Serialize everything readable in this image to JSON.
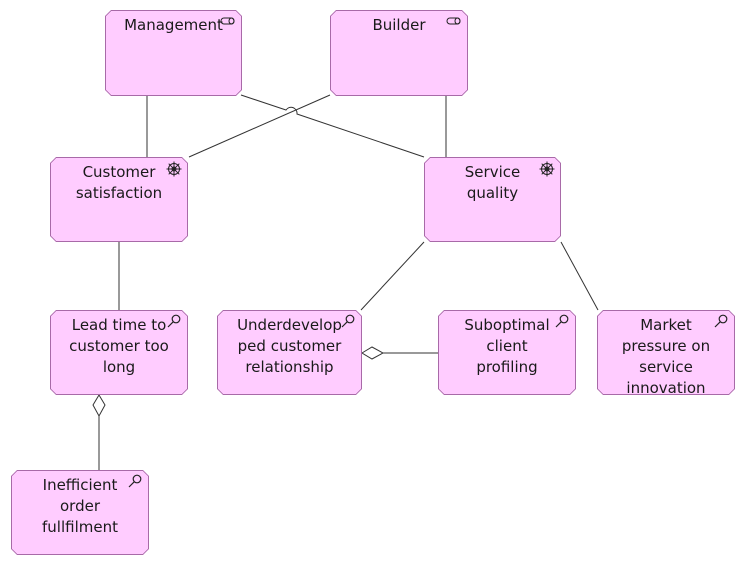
{
  "nodes": {
    "management": {
      "label": "Management",
      "icon": "role-icon"
    },
    "builder": {
      "label": "Builder",
      "icon": "role-icon"
    },
    "customer_satisfaction": {
      "label": "Customer\nsatisfaction",
      "icon": "driver-icon"
    },
    "service_quality": {
      "label": "Service\nquality",
      "icon": "driver-icon"
    },
    "lead_time": {
      "label": "Lead time to\ncustomer too\nlong",
      "icon": "assessment-icon"
    },
    "underdeveloped": {
      "label": "Underdevelop\nped customer\nrelationship",
      "icon": "assessment-icon"
    },
    "suboptimal": {
      "label": "Suboptimal\nclient\nprofiling",
      "icon": "assessment-icon"
    },
    "market_pressure": {
      "label": "Market\npressure on\nservice\ninnovation",
      "icon": "assessment-icon"
    },
    "inefficient": {
      "label": "Inefficient\norder\nfullfilment",
      "icon": "assessment-icon"
    }
  },
  "style": {
    "fill": "#ffccff",
    "border": "#a86aa8",
    "line": "#333333"
  }
}
